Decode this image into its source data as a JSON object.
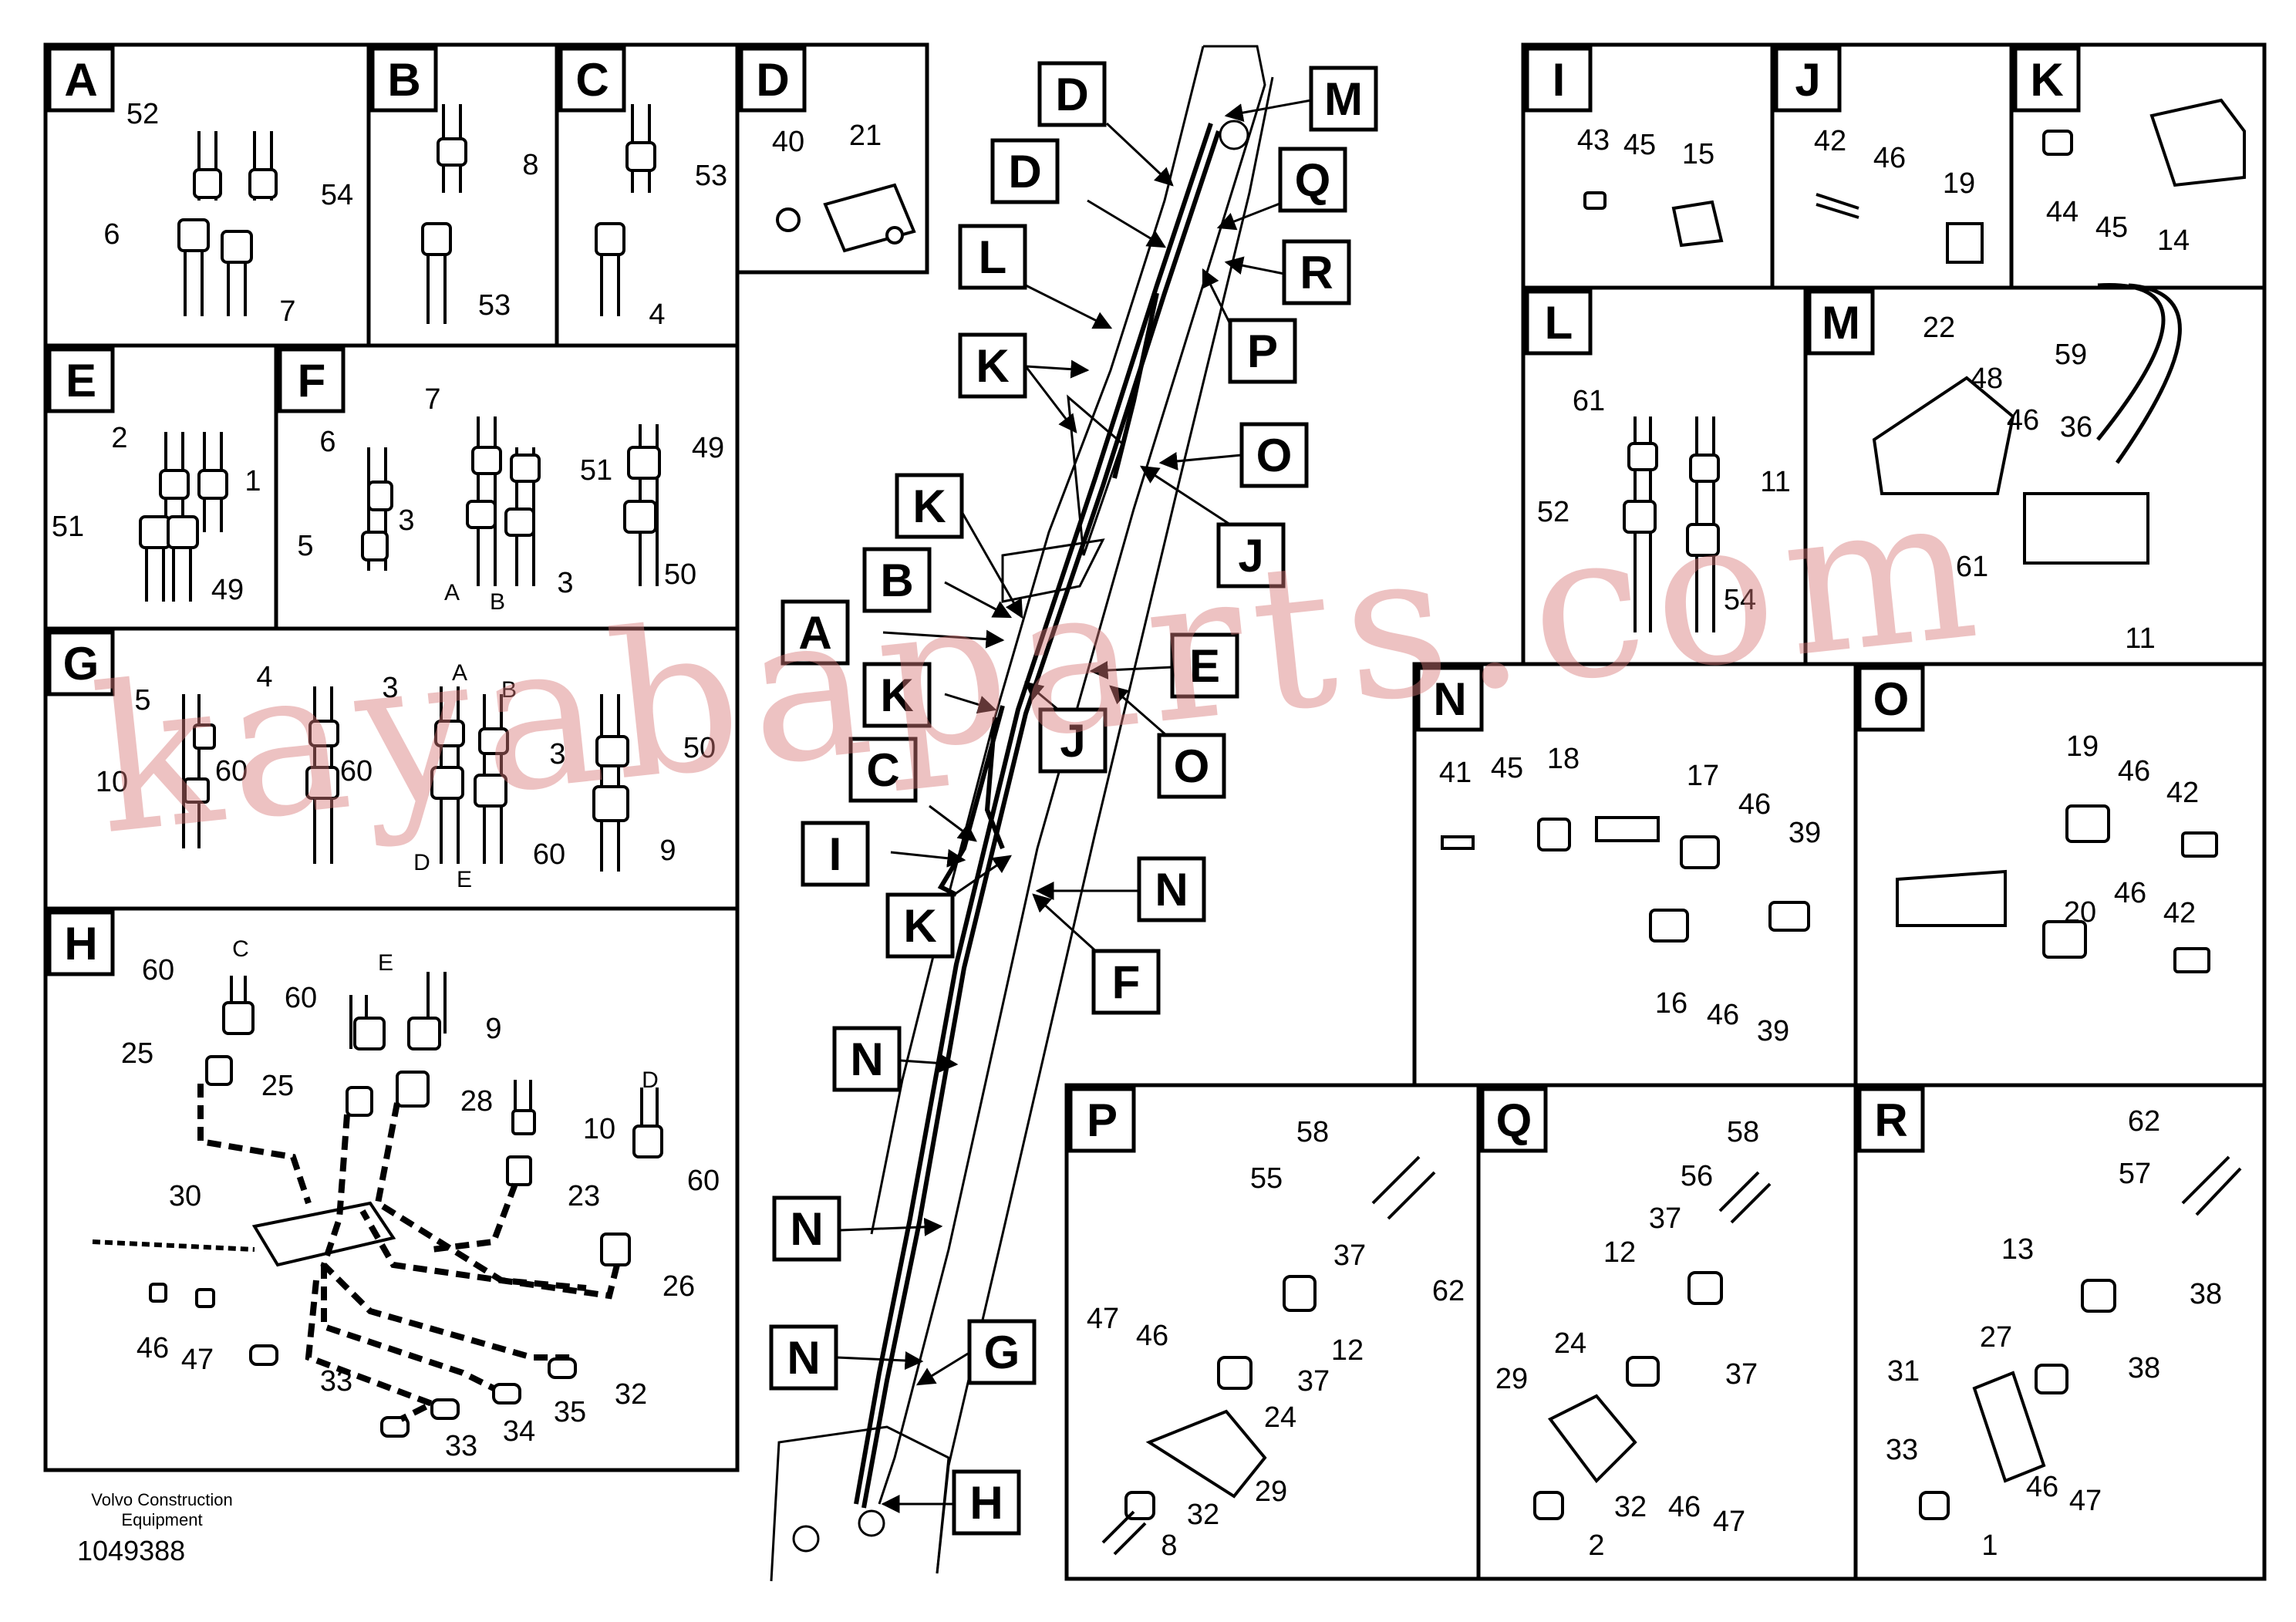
{
  "panels": {
    "A": {
      "label": "A",
      "parts": [
        "52",
        "54",
        "6",
        "7"
      ]
    },
    "B": {
      "label": "B",
      "parts": [
        "8",
        "53"
      ]
    },
    "C": {
      "label": "C",
      "parts": [
        "53",
        "4"
      ]
    },
    "D": {
      "label": "D",
      "parts": [
        "40",
        "21"
      ]
    },
    "E": {
      "label": "E",
      "parts": [
        "2",
        "1",
        "51",
        "49"
      ]
    },
    "F": {
      "label": "F",
      "parts": [
        "6",
        "7",
        "51",
        "49",
        "3",
        "5",
        "A",
        "B",
        "3",
        "50"
      ]
    },
    "G": {
      "label": "G",
      "parts": [
        "5",
        "4",
        "3",
        "A",
        "B",
        "3",
        "50",
        "10",
        "60",
        "60",
        "D",
        "E",
        "60",
        "9"
      ]
    },
    "H": {
      "label": "H",
      "parts": [
        "60",
        "C",
        "E",
        "60",
        "9",
        "25",
        "25",
        "28",
        "10",
        "D",
        "23",
        "60",
        "30",
        "26",
        "46",
        "47",
        "33",
        "32",
        "35",
        "34",
        "33"
      ]
    },
    "I": {
      "label": "I",
      "parts": [
        "43",
        "45",
        "15"
      ]
    },
    "J": {
      "label": "J",
      "parts": [
        "42",
        "46",
        "19"
      ]
    },
    "K": {
      "label": "K",
      "parts": [
        "44",
        "45",
        "14"
      ]
    },
    "L": {
      "label": "L",
      "parts": [
        "61",
        "11",
        "52",
        "54"
      ]
    },
    "M": {
      "label": "M",
      "parts": [
        "22",
        "59",
        "48",
        "46",
        "36",
        "61",
        "11"
      ]
    },
    "N": {
      "label": "N",
      "parts": [
        "41",
        "45",
        "18",
        "17",
        "46",
        "39",
        "16",
        "46",
        "39"
      ]
    },
    "O": {
      "label": "O",
      "parts": [
        "19",
        "46",
        "42",
        "20",
        "46",
        "42"
      ]
    },
    "P": {
      "label": "P",
      "parts": [
        "58",
        "55",
        "37",
        "62",
        "47",
        "46",
        "12",
        "37",
        "24",
        "29",
        "32",
        "8"
      ]
    },
    "Q": {
      "label": "Q",
      "parts": [
        "58",
        "56",
        "37",
        "12",
        "24",
        "37",
        "29",
        "46",
        "47",
        "32",
        "2"
      ]
    },
    "R": {
      "label": "R",
      "parts": [
        "62",
        "57",
        "13",
        "38",
        "27",
        "38",
        "31",
        "33",
        "46",
        "47",
        "1"
      ]
    }
  },
  "callouts": {
    "D1": "D",
    "M": "M",
    "D2": "D",
    "Q": "Q",
    "L": "L",
    "R": "R",
    "P": "P",
    "K1": "K",
    "O1": "O",
    "J1": "J",
    "K2": "K",
    "B": "B",
    "A": "A",
    "E": "E",
    "K3": "K",
    "J2": "J",
    "O2": "O",
    "C": "C",
    "I": "I",
    "N1": "N",
    "K4": "K",
    "F": "F",
    "N2": "N",
    "N3": "N",
    "N4": "N",
    "G": "G",
    "H": "H"
  },
  "footer": {
    "manufacturer_line1": "Volvo Construction",
    "manufacturer_line2": "Equipment",
    "document_number": "1049388"
  },
  "watermark": "kayabaparts.com",
  "colors": {
    "ink": "#000000",
    "watermark": "#d67878",
    "background": "#ffffff"
  }
}
